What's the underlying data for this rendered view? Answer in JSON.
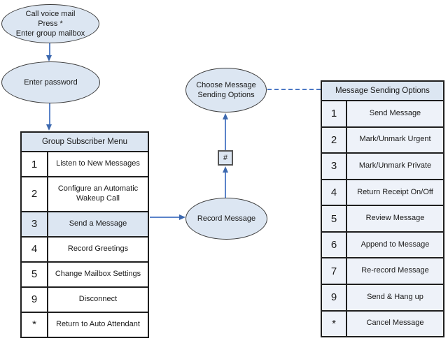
{
  "flowchart": {
    "start_node": {
      "lines": [
        "Call voice mail",
        "Press *",
        "Enter group mailbox"
      ]
    },
    "password_node": {
      "label": "Enter password"
    },
    "record_node": {
      "label": "Record Message"
    },
    "choose_node": {
      "lines": [
        "Choose Message",
        "Sending Options"
      ]
    },
    "hash_key": {
      "label": "#"
    }
  },
  "subscriber_menu": {
    "title": "Group Subscriber Menu",
    "rows": [
      {
        "key": "1",
        "label": "Listen to New Messages"
      },
      {
        "key": "2",
        "label": "Configure an Automatic Wakeup Call"
      },
      {
        "key": "3",
        "label": "Send a Message"
      },
      {
        "key": "4",
        "label": "Record Greetings"
      },
      {
        "key": "5",
        "label": "Change Mailbox Settings"
      },
      {
        "key": "9",
        "label": "Disconnect"
      },
      {
        "key": "*",
        "label": "Return to Auto Attendant"
      }
    ]
  },
  "sending_options": {
    "title": "Message Sending Options",
    "rows": [
      {
        "key": "1",
        "label": "Send Message"
      },
      {
        "key": "2",
        "label": "Mark/Unmark Urgent"
      },
      {
        "key": "3",
        "label": "Mark/Unmark Private"
      },
      {
        "key": "4",
        "label": "Return Receipt On/Off"
      },
      {
        "key": "5",
        "label": "Review Message"
      },
      {
        "key": "6",
        "label": "Append to Message"
      },
      {
        "key": "7",
        "label": "Re-record Message"
      },
      {
        "key": "9",
        "label": "Send & Hang up"
      },
      {
        "key": "*",
        "label": "Cancel Message"
      }
    ]
  },
  "colors": {
    "node_fill": "#dce6f2",
    "option_row_tint": "#eef2f9",
    "highlight_row": "#dce6f2",
    "connector_line": "#5b83c9",
    "connector_head": "#3c68ae",
    "table_border": "#1f1f1f"
  }
}
